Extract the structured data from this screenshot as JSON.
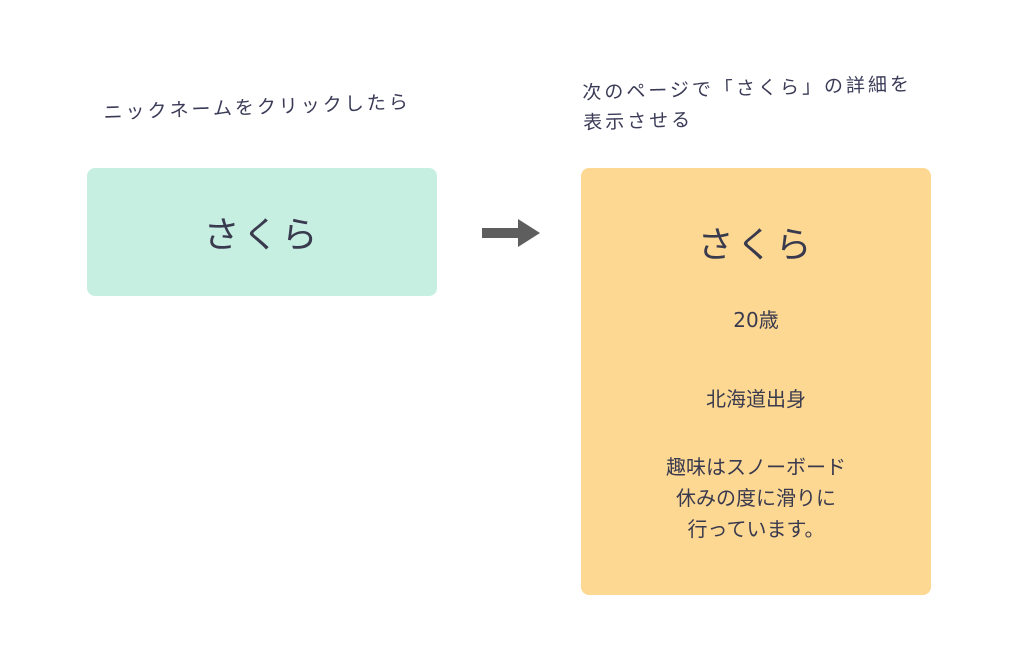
{
  "captions": {
    "left": "ニックネームをクリックしたら",
    "right_line1": "次のページで「さくら」の詳細を",
    "right_line2": "表示させる"
  },
  "nickname_card": {
    "label": "さくら",
    "color": "#c6efe1"
  },
  "arrow": {
    "icon": "right-arrow-icon",
    "color": "#5e5e5e"
  },
  "detail_card": {
    "color": "#fdd893",
    "name": "さくら",
    "age": "20歳",
    "hometown": "北海道出身",
    "hobby_lines": [
      "趣味はスノーボード",
      "休みの度に滑りに",
      "行っています。"
    ]
  }
}
